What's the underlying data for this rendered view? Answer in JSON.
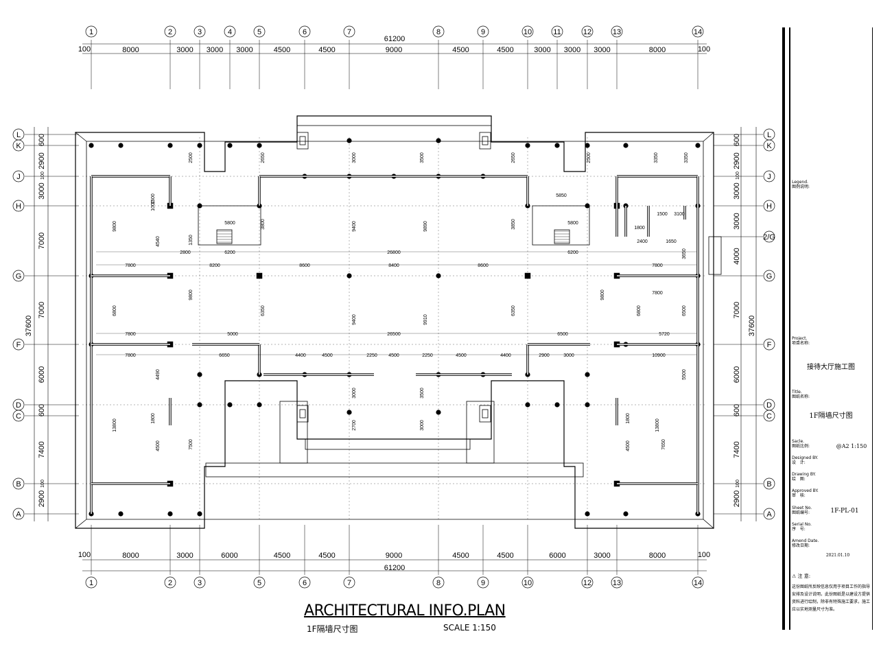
{
  "drawing": {
    "title": "ARCHITECTURAL INFO.PLAN",
    "subtitle": "1F隔墙尺寸图",
    "scale_label": "SCALE 1:150"
  },
  "grid": {
    "top_labels": [
      "1",
      "2",
      "3",
      "4",
      "5",
      "6",
      "7",
      "8",
      "9",
      "10",
      "11",
      "12",
      "13",
      "14"
    ],
    "bottom_labels": [
      "1",
      "2",
      "3",
      "5",
      "6",
      "7",
      "8",
      "9",
      "10",
      "12",
      "13",
      "14"
    ],
    "left_labels": [
      "L",
      "K",
      "J",
      "H",
      "G",
      "F",
      "D",
      "C",
      "B",
      "A"
    ],
    "right_labels": [
      "L",
      "K",
      "J",
      "H",
      "2/G",
      "G",
      "F",
      "D",
      "C",
      "B",
      "A"
    ]
  },
  "dimensions": {
    "top_overall": "61200",
    "top_edges": [
      "100",
      "100"
    ],
    "top_segments": [
      "8000",
      "3000",
      "3000",
      "3000",
      "4500",
      "4500",
      "9000",
      "4500",
      "4500",
      "3000",
      "3000",
      "3000",
      "8000"
    ],
    "bottom_overall": "61200",
    "bottom_edges": [
      "100",
      "100"
    ],
    "bottom_segments": [
      "8000",
      "3000",
      "6000",
      "4500",
      "4500",
      "9000",
      "4500",
      "4500",
      "6000",
      "3000",
      "8000"
    ],
    "left_overall": "37600",
    "left_segments": [
      "600",
      "2900",
      "3000",
      "7000",
      "7000",
      "6000",
      "600",
      "7400",
      "2900"
    ],
    "left_edges": [
      "100",
      "100"
    ],
    "right_overall": "37600",
    "right_segments": [
      "600",
      "2900",
      "3000",
      "3000",
      "4000",
      "7000",
      "6000",
      "600",
      "7400",
      "2900"
    ],
    "right_edges": [
      "100",
      "100"
    ]
  },
  "interior_dims": {
    "spans": [
      "26800",
      "26500",
      "8600",
      "8400",
      "8600",
      "8200",
      "7800",
      "7800",
      "7800",
      "7800",
      "7800",
      "6200",
      "6200",
      "5850",
      "5800",
      "5800",
      "5720",
      "6500",
      "6650",
      "10900",
      "4400",
      "4500",
      "2250",
      "4500",
      "2250",
      "4500",
      "4400",
      "5000",
      "3000",
      "2900",
      "2800",
      "2400",
      "1650",
      "1800",
      "1500",
      "3100"
    ],
    "verticals": [
      "9800",
      "9400",
      "9890",
      "9800",
      "6350",
      "9400",
      "9910",
      "6350",
      "9800",
      "13800",
      "13800",
      "7500",
      "7650",
      "6800",
      "6800",
      "6500",
      "5500",
      "4490",
      "4540",
      "3850",
      "3800",
      "3500",
      "3000",
      "3000",
      "3500",
      "2700",
      "3000",
      "2650",
      "2650",
      "2500",
      "2500",
      "1800",
      "1800",
      "1000",
      "1500",
      "1350",
      "4500",
      "4500",
      "3650",
      "3350",
      "3350"
    ]
  },
  "titleblock": {
    "legend": "Legend.\n图例说明:",
    "project": "Project.\n项目名称:",
    "project_value": "接待大厅施工图",
    "title": "Title.\n图纸名称:",
    "title_value": "1F隔墙尺寸图",
    "scale": "Sacle.\n图纸比例:",
    "scale_value": "@A2  1:150",
    "designed": "Designed BY.\n设   计:",
    "drawing": "Drawing BY.\n绘   图:",
    "approved": "Approved BY.\n审   核:",
    "sheet": "Sheet No.\n图纸编号:",
    "sheet_value": "1F-PL-01",
    "serial": "Serial No.\n序   号:",
    "amend": "Amend Date.\n修改日期:",
    "amend_value": "2021.01.10",
    "notice_title": "注 意:",
    "notice_body": "这份图纸所反映信息仅用于项目工作的指导安排及设计说明，此份图纸是以建设方提供资料进行绘制，除非有特殊施工要求，施工应以实地测量尺寸为准。"
  }
}
